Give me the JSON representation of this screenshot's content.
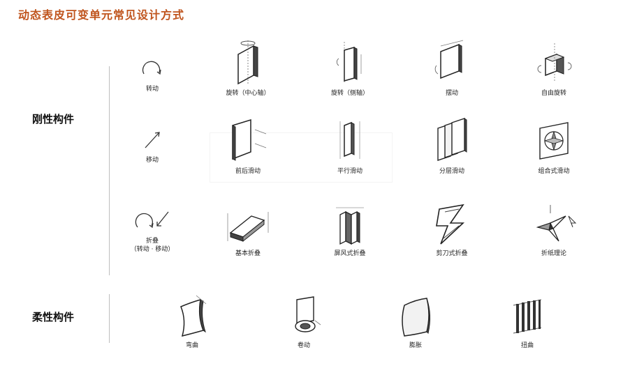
{
  "title": "动态表皮可变单元常见设计方式",
  "categories": {
    "rigid": "刚性构件",
    "flexible": "柔性构件"
  },
  "rows": {
    "rotate": {
      "label": "转动",
      "items": [
        "旋转（中心轴）",
        "旋转（侧轴）",
        "摆动",
        "自由旋转"
      ]
    },
    "move": {
      "label": "移动",
      "items": [
        "前后滑动",
        "平行滑动",
        "分层滑动",
        "组合式滑动"
      ]
    },
    "fold": {
      "label": "折叠",
      "sublabel": "（转动 · 移动）",
      "items": [
        "基本折叠",
        "屏风式折叠",
        "剪刀式折叠",
        "折纸理论"
      ]
    }
  },
  "flexible_items": [
    "弯曲",
    "卷动",
    "膨胀",
    "扭曲"
  ]
}
